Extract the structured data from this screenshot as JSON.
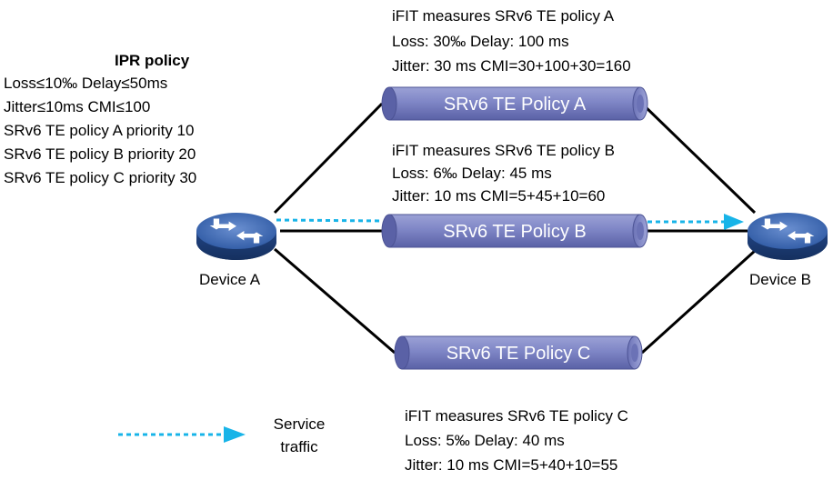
{
  "ipr_policy": {
    "title": "IPR policy",
    "lines": [
      "Loss≤10‰   Delay≤50ms",
      "Jitter≤10ms  CMI≤100",
      "SRv6 TE policy A priority 10",
      "SRv6 TE policy B priority 20",
      "SRv6 TE policy C priority 30"
    ]
  },
  "policies": [
    {
      "label": "SRv6 TE Policy A",
      "measure": [
        "iFIT measures SRv6 TE policy A",
        "Loss: 30‰ Delay: 100 ms",
        "Jitter: 30 ms CMI=30+100+30=160"
      ]
    },
    {
      "label": "SRv6 TE Policy B",
      "measure": [
        "iFIT measures SRv6 TE policy B",
        "Loss: 6‰ Delay: 45 ms",
        "Jitter: 10 ms CMI=5+45+10=60"
      ]
    },
    {
      "label": "SRv6 TE Policy C",
      "measure": [
        "iFIT measures SRv6 TE policy C",
        "Loss: 5‰ Delay: 40 ms",
        "Jitter: 10 ms CMI=5+40+10=55"
      ]
    }
  ],
  "devices": {
    "a": {
      "label": "Device A",
      "icon": "router-icon"
    },
    "b": {
      "label": "Device B",
      "icon": "router-icon"
    }
  },
  "legend": {
    "label_line1": "Service",
    "label_line2": "traffic"
  },
  "colors": {
    "tube_fill": "#7f86c6",
    "tube_dark": "#4c5394",
    "router_fill": "#3a62a8",
    "traffic_line": "#18b4e8"
  }
}
